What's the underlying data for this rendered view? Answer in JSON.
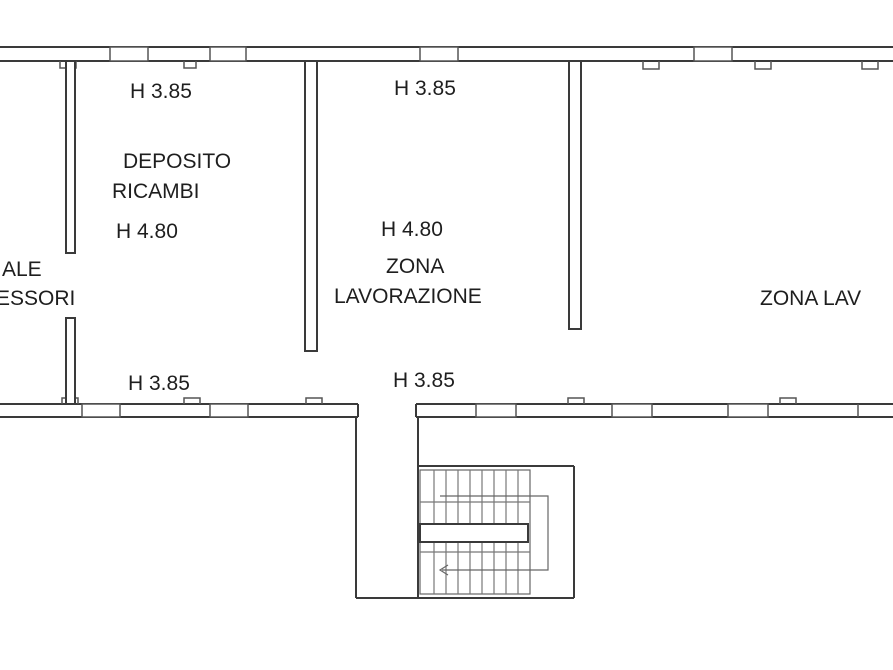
{
  "labels": {
    "left_h_top": "H 3.85",
    "mid_h_top": "H 3.85",
    "deposito_1": "DEPOSITO",
    "deposito_2": "RICAMBI",
    "left_h_mid": "H 4.80",
    "mid_h_mid": "H 4.80",
    "zona_1": "ZONA",
    "zona_2": "LAVORAZIONE",
    "sale_1": "ALE",
    "sale_2": "ESSORI",
    "zona_right": "ZONA LAV",
    "left_h_bottom": "H 3.85",
    "mid_h_bottom": "H 3.85"
  }
}
